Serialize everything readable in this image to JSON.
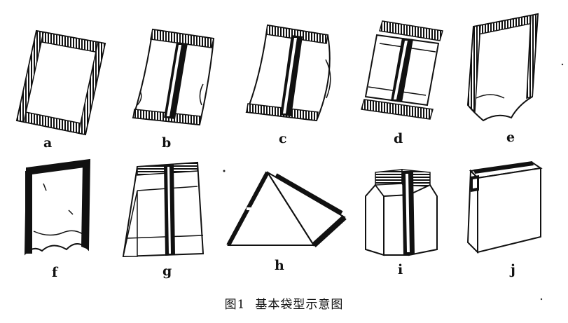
{
  "figure": {
    "caption_number": "图1",
    "caption_text": "基本袋型示意图",
    "labels": [
      "a",
      "b",
      "c",
      "d",
      "e",
      "f",
      "g",
      "h",
      "i",
      "j"
    ]
  },
  "colors": {
    "ink": "#111111",
    "paper": "#ffffff"
  }
}
